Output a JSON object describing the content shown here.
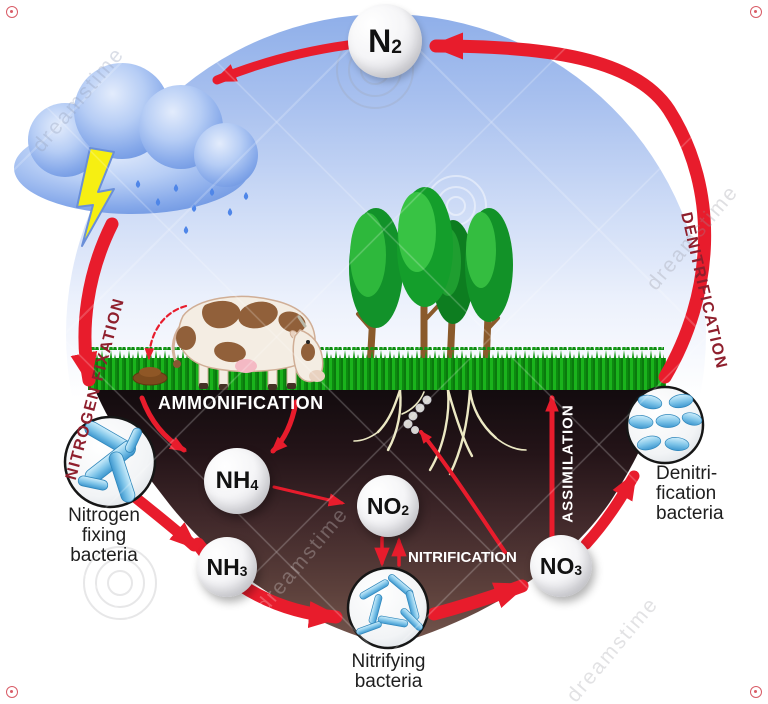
{
  "molecules": {
    "n2": {
      "base": "N",
      "sub": "2"
    },
    "nh4": {
      "base": "NH",
      "sub": "4"
    },
    "nh3": {
      "base": "NH",
      "sub": "3"
    },
    "no2": {
      "base": "NO",
      "sub": "2"
    },
    "no3": {
      "base": "NO",
      "sub": "3"
    }
  },
  "processes": {
    "nitrogen_fixation": "NITROGEN FIXATION",
    "denitrification": "DENITRIFICATION",
    "ammonification": "AMMONIFICATION",
    "nitrification": "NITRIFICATION",
    "assimilation": "ASSIMILATION"
  },
  "organisms": {
    "nitrogen_fixing_bacteria": {
      "line1": "Nitrogen",
      "line2": "fixing",
      "line3": "bacteria"
    },
    "nitrifying_bacteria": {
      "line1": "Nitrifying",
      "line2": "bacteria"
    },
    "denitrification_bacteria": {
      "line1": "Denitri-",
      "line2": "fication",
      "line3": "bacteria"
    }
  },
  "watermark": {
    "brand": "dreamstime"
  },
  "colors": {
    "arrow_red": "#e81c2c",
    "process_label_red": "#8f1f2d",
    "sky_blue": "#9db7ea",
    "cloud_blue": "#9fc0f2",
    "lightning_yellow": "#f6ef12",
    "grass_green": "#129212",
    "soil_brown": "#2a181a",
    "bacteria_blue": "#56aede"
  }
}
